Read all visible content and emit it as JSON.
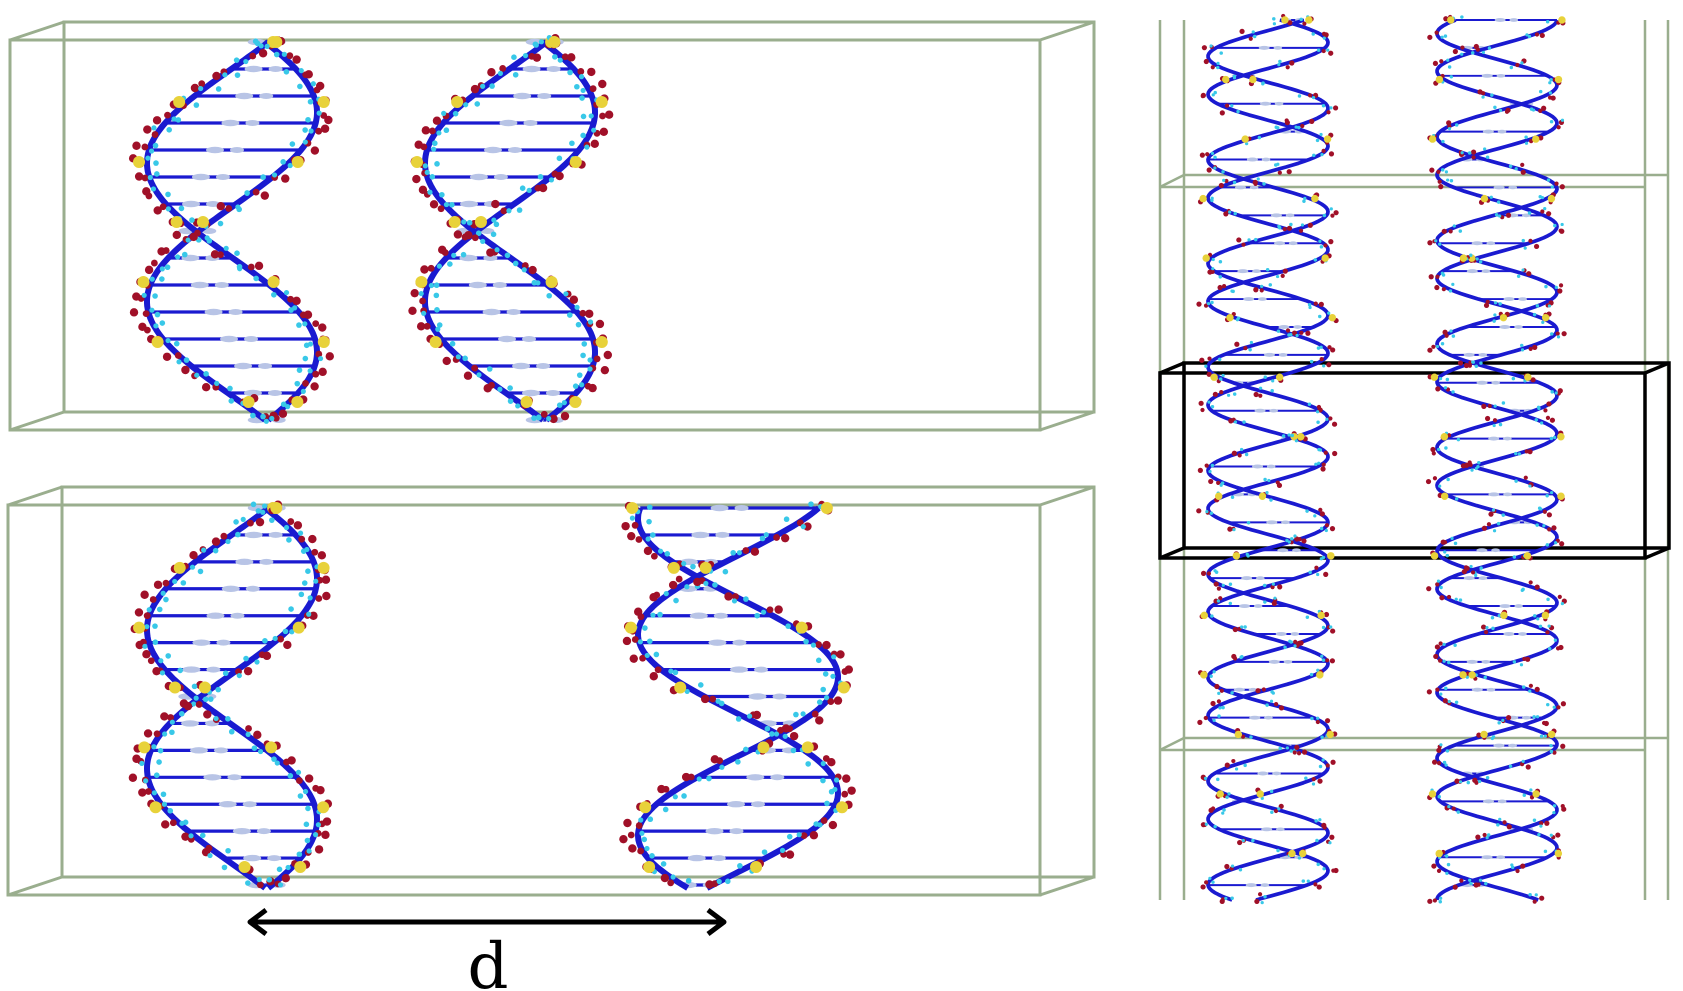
{
  "figure": {
    "distance_label": "d"
  },
  "colors": {
    "box_edge": "#9aae8e",
    "highlight_box": "#000000",
    "backbone": "#1a1ad0",
    "phosphorus": "#e8d23a",
    "oxygen": "#a01028",
    "hydrogen": "#38c8e8",
    "base_carbon": "#b8c4e6",
    "arrow": "#000000"
  },
  "panels": [
    {
      "name": "top-left-cell",
      "helices": 2,
      "spacing": "close"
    },
    {
      "name": "bottom-left-cell",
      "helices": 2,
      "spacing": "wide"
    },
    {
      "name": "right-periodic-view",
      "helices": 2,
      "periodic_repeats": 4
    }
  ]
}
